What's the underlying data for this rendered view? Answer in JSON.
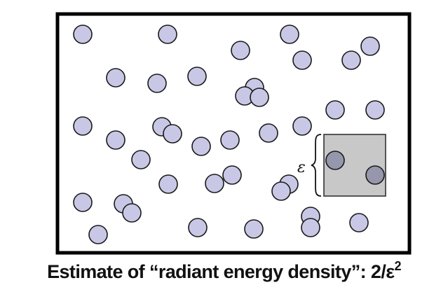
{
  "figure": {
    "epsilon_symbol": "ε",
    "caption_text": "Estimate of “radiant energy density”: 2/ε",
    "caption_exponent": "2",
    "colors": {
      "particle_fill": "#c8c8e6",
      "particle_stroke": "#1a1a1a",
      "region_fill": "#c8c8c8",
      "frame_stroke": "#000000"
    },
    "sample_region": {
      "particles_inside": 2
    }
  }
}
